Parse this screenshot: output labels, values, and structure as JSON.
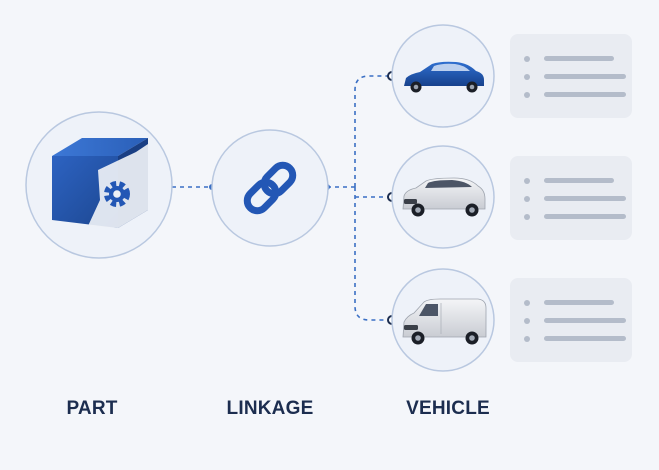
{
  "labels": {
    "part": "PART",
    "linkage": "LINKAGE",
    "vehicle": "VEHICLE"
  },
  "icons": {
    "part": "gear-box",
    "linkage": "chain-link",
    "vehicles": [
      "sedan",
      "suv",
      "van"
    ]
  },
  "colors": {
    "background": "#f4f6fa",
    "circle_fill": "#eef2f9",
    "circle_stroke": "#b9c8e0",
    "connector": "#3a6fc4",
    "brand_blue": "#2357b5",
    "label_text": "#1c2d4f",
    "card_fill": "#e9ecf2",
    "card_lines": "#b4bcca"
  }
}
